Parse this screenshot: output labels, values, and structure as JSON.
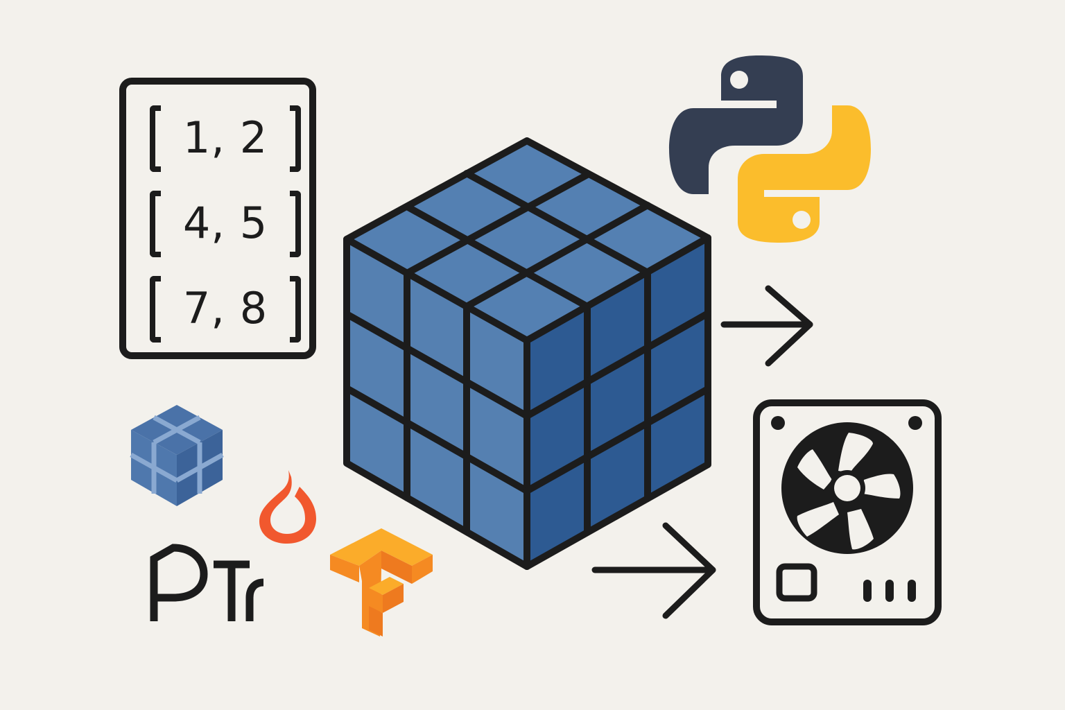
{
  "scene": {
    "background_color": "#f3f1ec",
    "description": "Tensor concept illustration: matrix, 3D tensor cube, framework logos, arrows to Python and hardware"
  },
  "matrix": {
    "rows": [
      {
        "text": "1, 2"
      },
      {
        "text": "4, 5"
      },
      {
        "text": "7, 8"
      }
    ],
    "border_color": "#1c1c1c"
  },
  "tensor_cube": {
    "grid": "3x3x3",
    "colors": {
      "top_face": "#5480b2",
      "left_face": "#5580b1",
      "right_face": "#2d5a92",
      "outline": "#1c1c1c"
    }
  },
  "logos": {
    "python": {
      "icon": "python-logo-icon",
      "colors": {
        "blue": "#343e52",
        "yellow": "#fbbd2c"
      }
    },
    "small_cube": {
      "icon": "small-tensor-cube-icon",
      "colors": {
        "face": "#4a72a8",
        "lines": "#8aa9d1"
      }
    },
    "pytorch_flame": {
      "icon": "pytorch-flame-icon",
      "color": "#f1582e"
    },
    "wordmark": {
      "text": "PTr",
      "color": "#1c1c1c"
    },
    "tensorflow": {
      "icon": "tensorflow-logo-icon",
      "colors": {
        "top": "#fbac2a",
        "left": "#f58a22",
        "right": "#ee7a1f"
      }
    }
  },
  "arrows": [
    {
      "name": "arrow-to-python",
      "icon": "arrow-right-icon"
    },
    {
      "name": "arrow-to-hardware",
      "icon": "arrow-right-icon"
    }
  ],
  "hardware": {
    "icon": "gpu-fan-hardware-icon",
    "color": "#1c1c1c",
    "vent_slots": 3,
    "fan_blades": 5
  }
}
